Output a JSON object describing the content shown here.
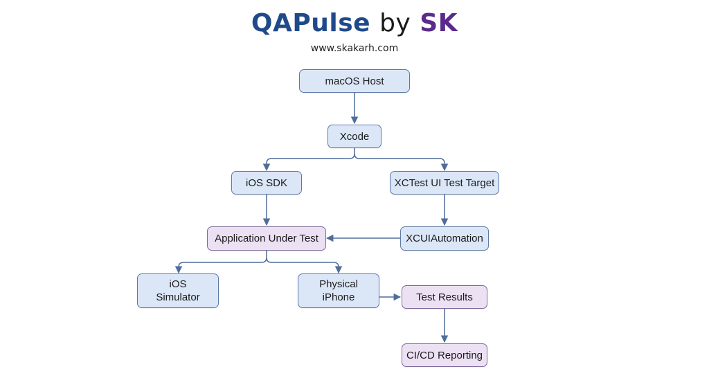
{
  "header": {
    "brand_part1": "QAPulse",
    "brand_part2": "by",
    "brand_part3": "SK",
    "website": "www.skakarh.com"
  },
  "colors": {
    "node_blue_fill": "#dbe6f7",
    "node_purple_fill": "#ece0f3",
    "node_border": "#5d7aa6",
    "edge": "#4f6d9a",
    "brand_blue": "#1f4a8a",
    "brand_purple": "#5b2a8c"
  },
  "nodes": {
    "macos_host": {
      "label": "macOS Host"
    },
    "xcode": {
      "label": "Xcode"
    },
    "ios_sdk": {
      "label": "iOS SDK"
    },
    "xctest_target": {
      "label": "XCTest UI Test Target"
    },
    "app_under_test": {
      "label": "Application Under Test"
    },
    "xcuiautomation": {
      "label": "XCUIAutomation"
    },
    "ios_simulator": {
      "label_line1": "iOS",
      "label_line2": "Simulator"
    },
    "physical_iphone": {
      "label_line1": "Physical",
      "label_line2": "iPhone"
    },
    "test_results": {
      "label": "Test Results"
    },
    "cicd_reporting": {
      "label": "CI/CD Reporting"
    }
  },
  "edges": [
    {
      "from": "macos_host",
      "to": "xcode"
    },
    {
      "from": "xcode",
      "to": "ios_sdk"
    },
    {
      "from": "xcode",
      "to": "xctest_target"
    },
    {
      "from": "ios_sdk",
      "to": "app_under_test"
    },
    {
      "from": "xctest_target",
      "to": "xcuiautomation"
    },
    {
      "from": "xcuiautomation",
      "to": "app_under_test"
    },
    {
      "from": "app_under_test",
      "to": "ios_simulator"
    },
    {
      "from": "app_under_test",
      "to": "physical_iphone"
    },
    {
      "from": "physical_iphone",
      "to": "test_results"
    },
    {
      "from": "test_results",
      "to": "cicd_reporting"
    }
  ]
}
